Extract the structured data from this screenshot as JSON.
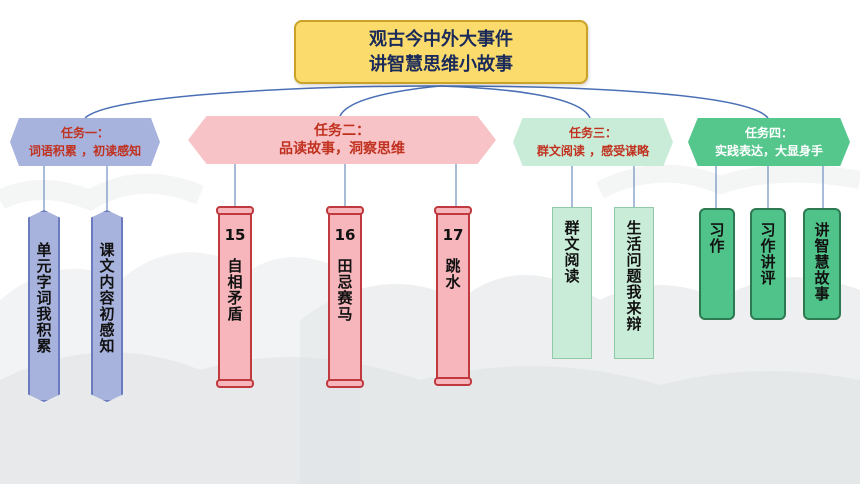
{
  "title": {
    "line1": "观古今中外大事件",
    "line2": "讲智慧思维小故事"
  },
  "tasks": [
    {
      "label_line1": "任务一：",
      "label_line2": "词语积累 ，初读感知",
      "items": [
        {
          "text": "单元字词我积累"
        },
        {
          "text": "课文内容初感知"
        }
      ]
    },
    {
      "label_line1": "任务二：",
      "label_line2": "品读故事，洞察思维",
      "items": [
        {
          "num": "15",
          "text": "自相矛盾"
        },
        {
          "num": "16",
          "text": "田忌赛马"
        },
        {
          "num": "17",
          "text": "跳水"
        }
      ]
    },
    {
      "label_line1": "任务三：",
      "label_line2": "群文阅读 ，感受谋略",
      "items": [
        {
          "text": "群文阅读"
        },
        {
          "text": "生活问题我来辩"
        }
      ]
    },
    {
      "label_line1": "任务四：",
      "label_line2": "实践表达，大显身手",
      "items": [
        {
          "text": "习作"
        },
        {
          "text": "习作讲评"
        },
        {
          "text": "讲智慧故事"
        }
      ]
    }
  ],
  "colors": {
    "title_fill": "#fbdb6b",
    "task1": "#a8b3dd",
    "task2": "#f7c3c7",
    "task3": "#c9ecd8",
    "task4": "#55c78d",
    "connector": "#4a6fb5",
    "label_red": "#c0311f"
  }
}
